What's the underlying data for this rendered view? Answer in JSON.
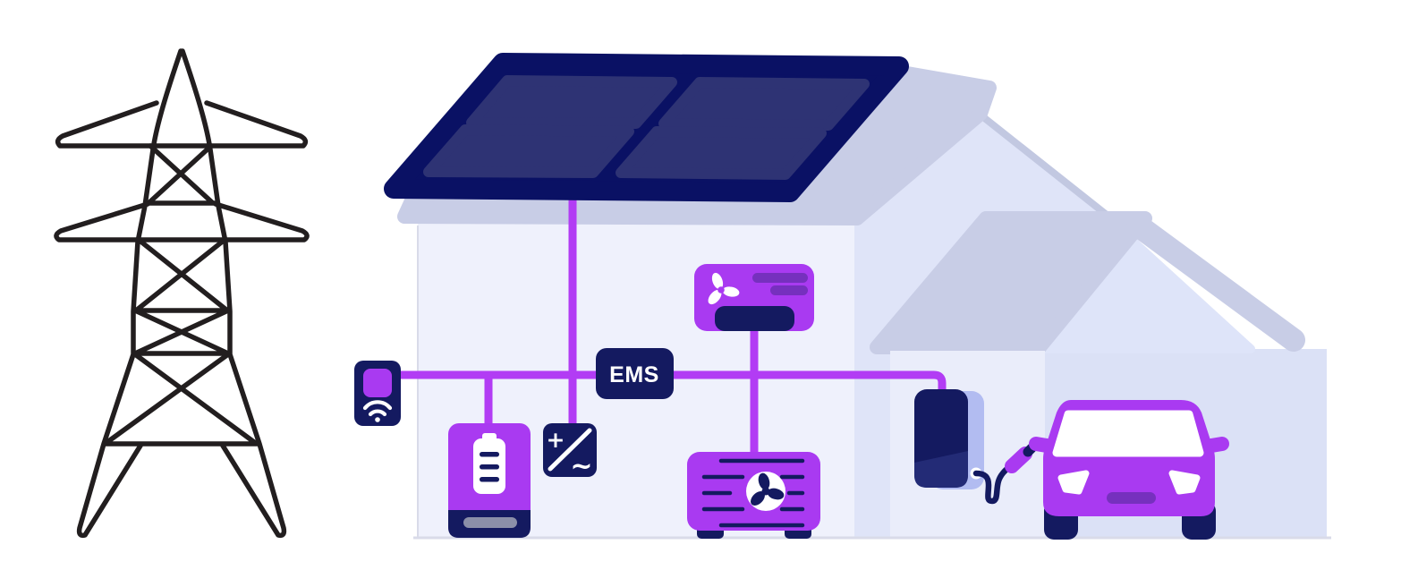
{
  "ems": {
    "label": "EMS"
  },
  "inverter": {
    "plus": "+",
    "tilde": "~"
  },
  "icons": {
    "wifi-icon": "wifi arcs with dot",
    "ac-fan-icon": "three-blade propeller",
    "heat-pump-fan-icon": "three-blade propeller in circle",
    "battery-icon": "battery gauge with level bars",
    "dc-ac-inverter-icon": "plus slash sine",
    "charging-connector-icon": "ev plug on cable"
  },
  "palette": {
    "bg": "#ffffff",
    "navy": "#141a60",
    "navy-deep": "#0a1164",
    "panel-cell": "#2e3374",
    "purple": "#a93af1",
    "purple-dark": "#7630be",
    "wire": "#b23cf4",
    "wall": "#eff1fc",
    "wall-side": "#dfe4f8",
    "wall-light": "#eaedfa",
    "garage-wall": "#dbe1f6",
    "gable": "#dee4f9",
    "roof": "#c8cde6",
    "roof-stripe": "#c2c8e1",
    "charger-shadow": "#b2bcf1",
    "charger-holster": "#232b76",
    "battery-pill": "#8b8fa8",
    "ground": "#d9dbe9",
    "tower": "#221e1f",
    "white": "#ffffff"
  }
}
